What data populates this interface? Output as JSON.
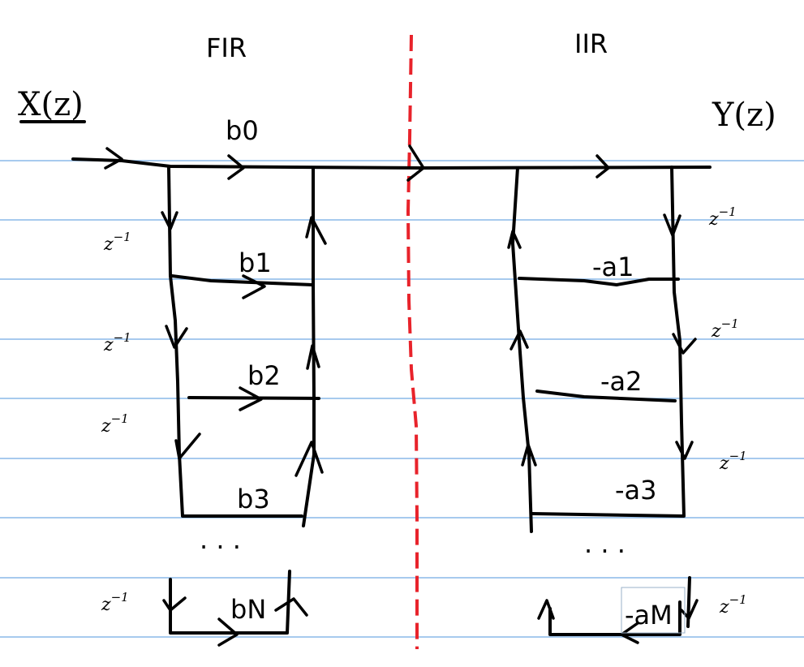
{
  "sections": {
    "fir_title": "FIR",
    "iir_title": "IIR"
  },
  "signals": {
    "input": "X(z)",
    "output": "Y(z)"
  },
  "delay": {
    "base": "z",
    "exponent": "−1"
  },
  "fir_coefficients": [
    "b0",
    "b1",
    "b2",
    "b3",
    "bN"
  ],
  "iir_coefficients": [
    "-a1",
    "-a2",
    "-a3",
    "-aM"
  ],
  "ellipsis": "· · ·",
  "colors": {
    "rule_lines": "#8ab8e8",
    "divider": "#e8232b",
    "ink": "#000000"
  }
}
